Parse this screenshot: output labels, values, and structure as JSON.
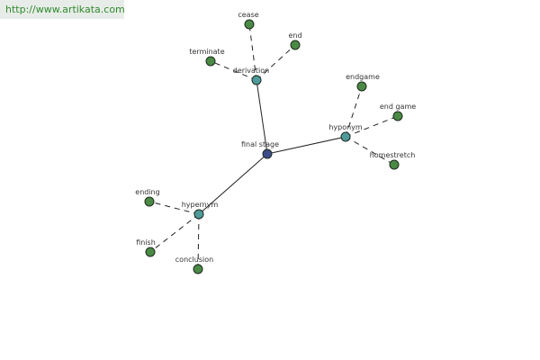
{
  "banner": {
    "url": "http://www.artikata.com"
  },
  "colors": {
    "center": "#3c4d8a",
    "relation": "#4f9a9a",
    "leaf": "#4a8a45"
  },
  "graph": {
    "nodes": [
      {
        "id": "final-stage",
        "label": "final stage",
        "kind": "center"
      },
      {
        "id": "derivation",
        "label": "derivation",
        "kind": "relation"
      },
      {
        "id": "hyponym",
        "label": "hyponym",
        "kind": "relation"
      },
      {
        "id": "hypernym",
        "label": "hypernym",
        "kind": "relation"
      },
      {
        "id": "cease",
        "label": "cease",
        "kind": "leaf"
      },
      {
        "id": "end",
        "label": "end",
        "kind": "leaf"
      },
      {
        "id": "terminate",
        "label": "terminate",
        "kind": "leaf"
      },
      {
        "id": "endgame",
        "label": "endgame",
        "kind": "leaf"
      },
      {
        "id": "end-game",
        "label": "end game",
        "kind": "leaf"
      },
      {
        "id": "homestretch",
        "label": "homestretch",
        "kind": "leaf"
      },
      {
        "id": "ending",
        "label": "ending",
        "kind": "leaf"
      },
      {
        "id": "finish",
        "label": "finish",
        "kind": "leaf"
      },
      {
        "id": "conclusion",
        "label": "conclusion",
        "kind": "leaf"
      }
    ],
    "edges": [
      {
        "from": "final-stage",
        "to": "derivation",
        "style": "solid"
      },
      {
        "from": "final-stage",
        "to": "hyponym",
        "style": "solid"
      },
      {
        "from": "final-stage",
        "to": "hypernym",
        "style": "solid"
      },
      {
        "from": "derivation",
        "to": "cease",
        "style": "dashed"
      },
      {
        "from": "derivation",
        "to": "end",
        "style": "dashed"
      },
      {
        "from": "derivation",
        "to": "terminate",
        "style": "dashed"
      },
      {
        "from": "hyponym",
        "to": "endgame",
        "style": "dashed"
      },
      {
        "from": "hyponym",
        "to": "end-game",
        "style": "dashed"
      },
      {
        "from": "hyponym",
        "to": "homestretch",
        "style": "dashed"
      },
      {
        "from": "hypernym",
        "to": "ending",
        "style": "dashed"
      },
      {
        "from": "hypernym",
        "to": "finish",
        "style": "dashed"
      },
      {
        "from": "hypernym",
        "to": "conclusion",
        "style": "dashed"
      }
    ]
  }
}
